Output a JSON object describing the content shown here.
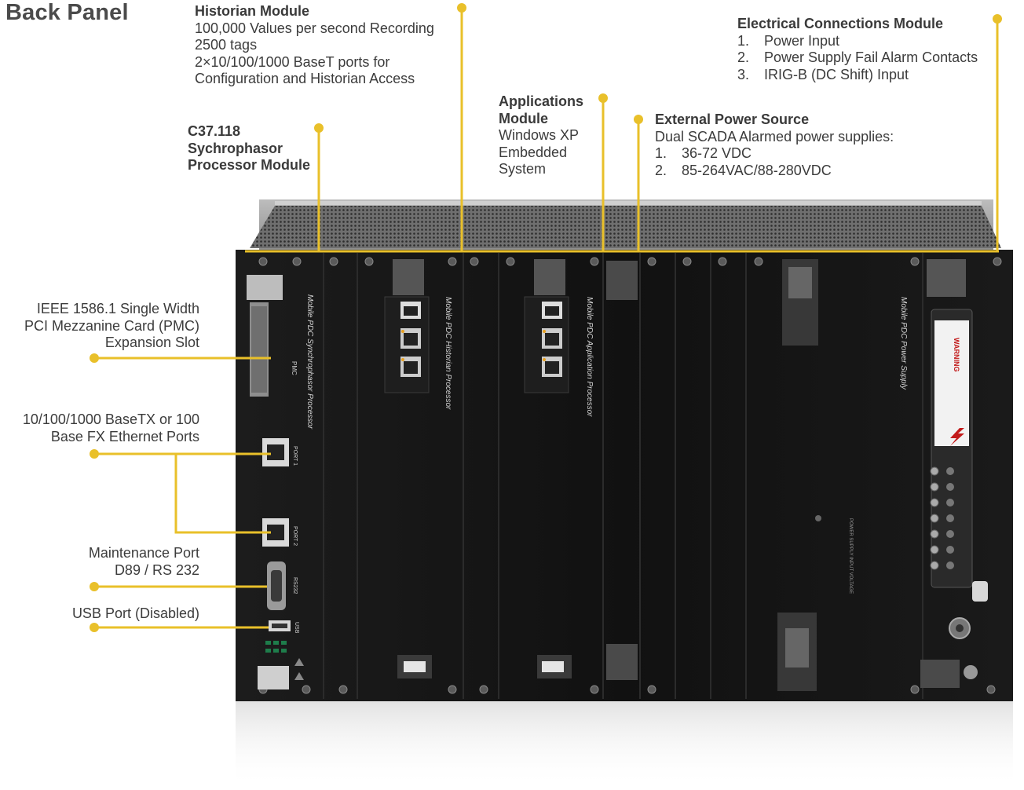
{
  "page_title": "Back Panel",
  "top_callouts": {
    "historian": {
      "heading": "Historian Module",
      "lines": [
        "100,000 Values per second Recording",
        "2500 tags",
        "2×10/100/1000 BaseT ports for",
        "Configuration and Historian Access"
      ]
    },
    "c37": {
      "heading_lines": [
        "C37.118",
        "Sychrophasor",
        "Processor Module"
      ]
    },
    "applications": {
      "heading_lines": [
        "Applications",
        "Module"
      ],
      "lines": [
        "Windows XP",
        "Embedded",
        "System"
      ]
    },
    "external_power": {
      "heading": "External Power Source",
      "intro": "Dual SCADA Alarmed power supplies:",
      "items": [
        {
          "num": "1.",
          "text": "36-72 VDC"
        },
        {
          "num": "2.",
          "text": "85-264VAC/88-280VDC"
        }
      ]
    },
    "electrical": {
      "heading": "Electrical Connections Module",
      "items": [
        {
          "num": "1.",
          "text": "Power Input"
        },
        {
          "num": "2.",
          "text": "Power Supply Fail Alarm Contacts"
        },
        {
          "num": "3.",
          "text": "IRIG-B (DC Shift) Input"
        }
      ]
    }
  },
  "left_callouts": {
    "pmc": {
      "lines": [
        "IEEE 1586.1 Single Width",
        "PCI Mezzanine Card (PMC)",
        "Expansion Slot"
      ]
    },
    "ethernet": {
      "lines": [
        "10/100/1000 BaseTX or 100",
        "Base FX Ethernet Ports"
      ]
    },
    "maintenance": {
      "lines": [
        "Maintenance Port",
        "D89 / RS 232"
      ]
    },
    "usb": {
      "lines": [
        "USB Port (Disabled)"
      ]
    }
  },
  "device_labels": {
    "sync_processor": "Mobile PDC Synchrophasor Processor",
    "historian_processor": "Mobile PDC Historian Processor",
    "application_processor": "Mobile PDC Application Processor",
    "power_supply": "Mobile PDC Power Supply",
    "warning": "WARNING",
    "port1": "PORT 1",
    "port2": "PORT 2",
    "rs232": "RS232",
    "usb": "USB",
    "pmc": "PMC"
  },
  "colors": {
    "callout": "#e9c02a",
    "chassis": "#141414",
    "title": "#4a4a4a"
  }
}
